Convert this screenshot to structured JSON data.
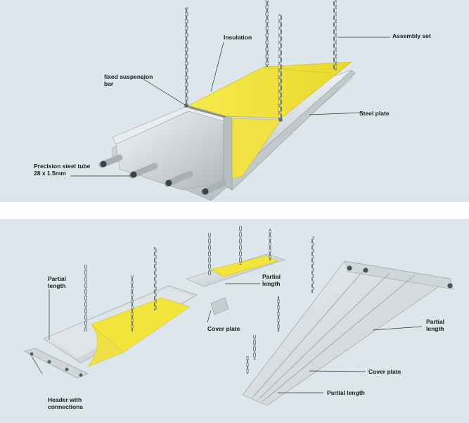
{
  "top": {
    "labels": {
      "insulation": "Insulation",
      "assembly_set": "Assembly set",
      "fixed_suspension_bar": [
        "fixed suspension",
        "bar"
      ],
      "steel_plate": "Steel plate",
      "precision_steel_tube": [
        "Precision steel tube",
        "28 x 1.5mm"
      ]
    }
  },
  "bottom": {
    "labels": {
      "partial_length_left": [
        "Partial",
        "length"
      ],
      "partial_length_mid": [
        "Partial",
        "length"
      ],
      "cover_plate_left": "Cover plate",
      "header_with_connections": [
        "Header with",
        "connections"
      ],
      "partial_length_right": [
        "Partial",
        "length"
      ],
      "cover_plate_right": "Cover plate",
      "partial_length_bottom": "Partial length"
    }
  },
  "colors": {
    "background": "#dde6ea",
    "insulation": "#f2e43a",
    "steel": "#c9cfd3",
    "leader": "#333333"
  }
}
